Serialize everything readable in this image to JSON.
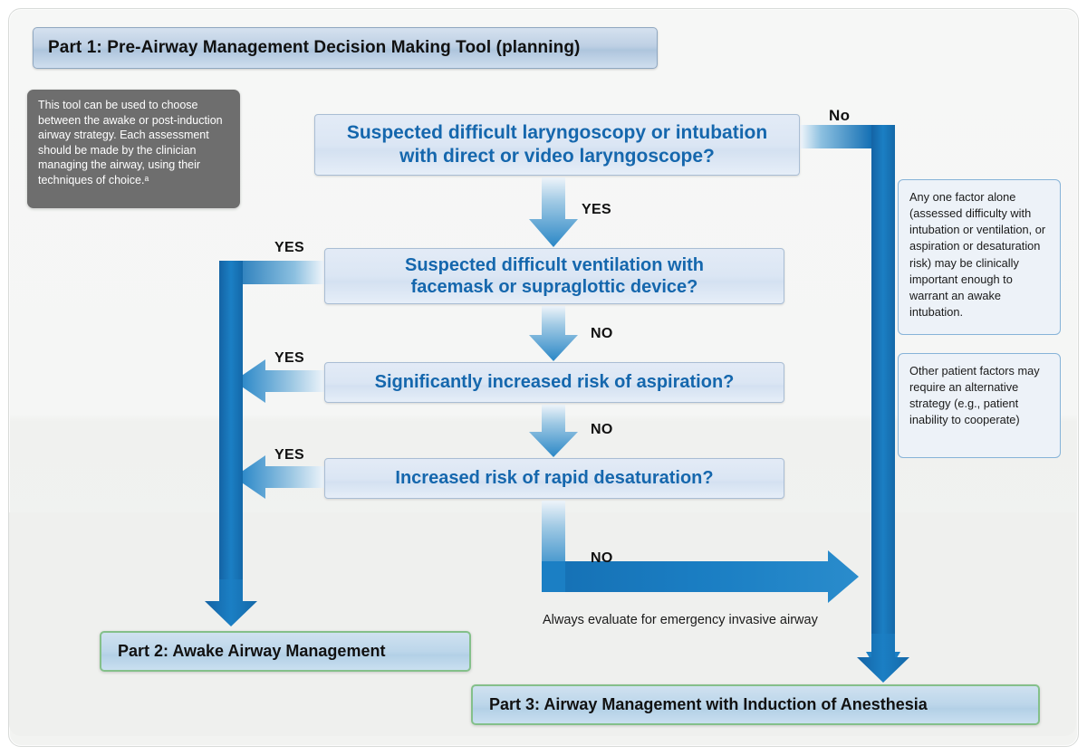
{
  "theme": {
    "accent_blue": "#1b7fc4",
    "deep_blue": "#1567ad",
    "box_border_blue": "#a9bdd4",
    "outcome_border_green": "#84c08a",
    "note_grey": "#6e6e6e",
    "page_bg": "#f5f6f5"
  },
  "header": {
    "part1_title": "Part 1: Pre-Airway Management Decision Making Tool (planning)"
  },
  "notes": {
    "grey_note": "This tool can be used to choose between the awake or post-induction airway strategy. Each assessment should be made by the clinician managing the airway, using their techniques of choice.ᵃ",
    "side_note_1": "Any one factor alone (assessed difficulty with intubation or ventilation, or aspiration or desaturation risk) may be clinically important enough to warrant an awake intubation.",
    "side_note_2": "Other patient factors may require an alternative strategy (e.g., patient inability to cooperate)"
  },
  "questions": [
    {
      "id": "q1",
      "line1": "Suspected difficult laryngoscopy or intubation",
      "line2": "with direct or video laryngoscope?"
    },
    {
      "id": "q2",
      "line1": "Suspected difficult ventilation with",
      "line2": "facemask or supraglottic device?"
    },
    {
      "id": "q3",
      "line1": "Significantly increased risk of aspiration?",
      "line2": ""
    },
    {
      "id": "q4",
      "line1": "Increased risk of rapid desaturation?",
      "line2": ""
    }
  ],
  "edge_labels": {
    "no_top_right": "No",
    "yes_q1_to_q2": "YES",
    "yes_q2_left": "YES",
    "no_q2_to_q3": "NO",
    "yes_q3_left": "YES",
    "no_q3_to_q4": "NO",
    "yes_q4_left": "YES",
    "no_q4_bottom": "NO"
  },
  "captions": {
    "invasive_airway": "Always evaluate for emergency invasive airway"
  },
  "outcomes": {
    "part2": "Part 2: Awake Airway Management",
    "part3": "Part 3: Airway Management with Induction of Anesthesia"
  }
}
